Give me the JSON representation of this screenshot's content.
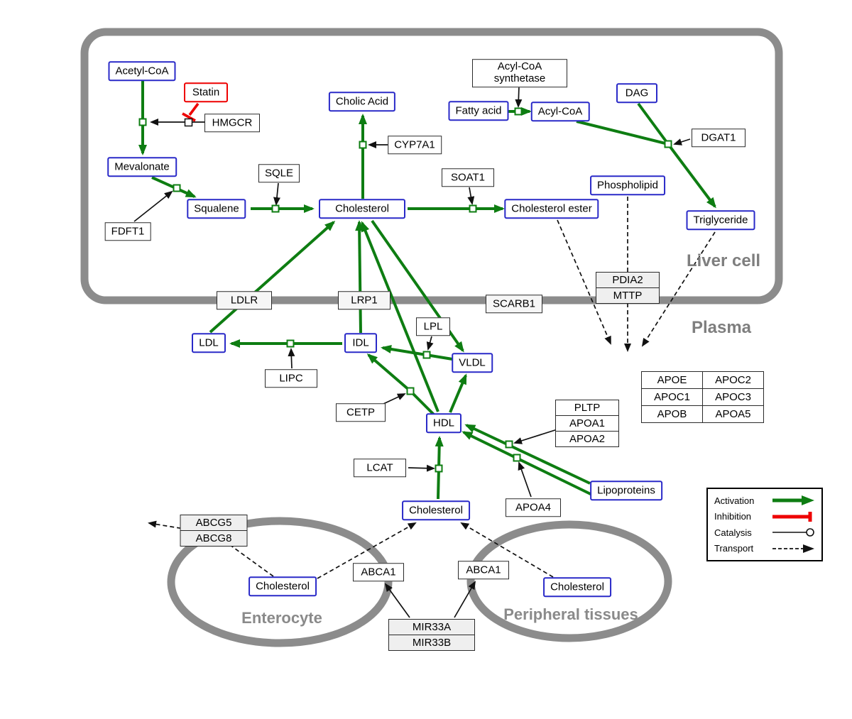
{
  "regions": {
    "liver": "Liver cell",
    "plasma": "Plasma",
    "enterocyte": "Enterocyte",
    "peripheral": "Peripheral tissues"
  },
  "nodes": {
    "acetyl_coa": {
      "label": "Acetyl-CoA"
    },
    "statin": {
      "label": "Statin"
    },
    "hmgcr": {
      "label": "HMGCR"
    },
    "mevalonate": {
      "label": "Mevalonate"
    },
    "fdft1": {
      "label": "FDFT1"
    },
    "squalene": {
      "label": "Squalene"
    },
    "sqle": {
      "label": "SQLE"
    },
    "cholesterol_liver": {
      "label": "Cholesterol"
    },
    "cholic_acid": {
      "label": "Cholic Acid"
    },
    "cyp7a1": {
      "label": "CYP7A1"
    },
    "soat1": {
      "label": "SOAT1"
    },
    "cholesterol_ester": {
      "label": "Cholesterol ester"
    },
    "acyl_coa_synthetase": {
      "label": "Acyl-CoA synthetase"
    },
    "fatty_acid": {
      "label": "Fatty acid"
    },
    "acyl_coa": {
      "label": "Acyl-CoA"
    },
    "dag": {
      "label": "DAG"
    },
    "dgat1": {
      "label": "DGAT1"
    },
    "phospholipid": {
      "label": "Phospholipid"
    },
    "triglyceride": {
      "label": "Triglyceride"
    },
    "ldlr": {
      "label": "LDLR"
    },
    "lrp1": {
      "label": "LRP1"
    },
    "scarb1": {
      "label": "SCARB1"
    },
    "pdia2": {
      "label": "PDIA2"
    },
    "mttp": {
      "label": "MTTP"
    },
    "ldl": {
      "label": "LDL"
    },
    "idl": {
      "label": "IDL"
    },
    "lpl": {
      "label": "LPL"
    },
    "vldl": {
      "label": "VLDL"
    },
    "lipc": {
      "label": "LIPC"
    },
    "cetp": {
      "label": "CETP"
    },
    "hdl": {
      "label": "HDL"
    },
    "pltp": {
      "label": "PLTP"
    },
    "apoa1": {
      "label": "APOA1"
    },
    "apoa2": {
      "label": "APOA2"
    },
    "lcat": {
      "label": "LCAT"
    },
    "cholesterol_plasma": {
      "label": "Cholesterol"
    },
    "apoa4": {
      "label": "APOA4"
    },
    "lipoproteins": {
      "label": "Lipoproteins"
    },
    "abcg5": {
      "label": "ABCG5"
    },
    "abcg8": {
      "label": "ABCG8"
    },
    "cholesterol_enterocyte": {
      "label": "Cholesterol"
    },
    "abca1_left": {
      "label": "ABCA1"
    },
    "abca1_right": {
      "label": "ABCA1"
    },
    "cholesterol_peripheral": {
      "label": "Cholesterol"
    },
    "mir33a": {
      "label": "MIR33A"
    },
    "mir33b": {
      "label": "MIR33B"
    }
  },
  "apo_table": {
    "rows": [
      [
        "APOE",
        "APOC2"
      ],
      [
        "APOC1",
        "APOC3"
      ],
      [
        "APOB",
        "APOA5"
      ]
    ]
  },
  "legend": {
    "items": [
      {
        "label": "Activation"
      },
      {
        "label": "Inhibition"
      },
      {
        "label": "Catalysis"
      },
      {
        "label": "Transport"
      }
    ]
  },
  "colors": {
    "activation": "#0e7d12",
    "inhibition": "#ee0000",
    "metabolite_border": "#2a2ac8",
    "membrane_gray": "#8c8c8c",
    "region_label_gray": "#7e7e7e"
  }
}
